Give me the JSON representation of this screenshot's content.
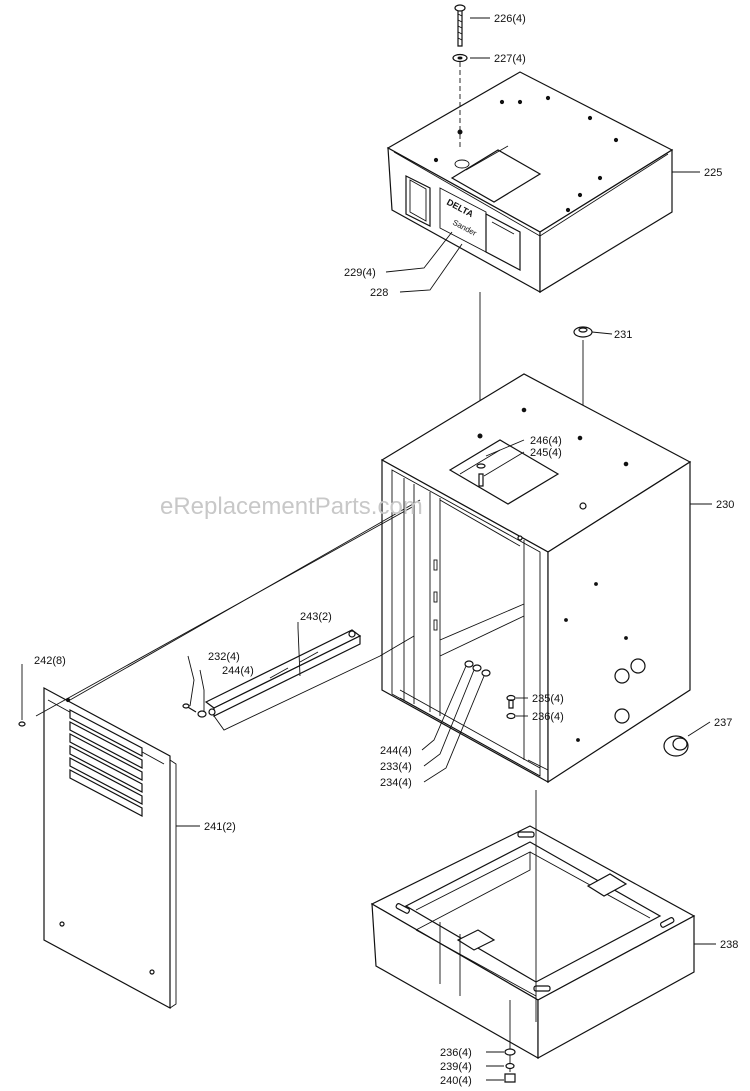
{
  "watermark": "eReplacementParts.com",
  "cover_logo": {
    "brand": "DELTA",
    "model": "Sander"
  },
  "callouts": {
    "p226": "226(4)",
    "p227": "227(4)",
    "p225": "225",
    "p229": "229(4)",
    "p228": "228",
    "p231": "231",
    "p246": "246(4)",
    "p245": "245(4)",
    "p230": "230",
    "p243": "243(2)",
    "p242": "242(8)",
    "p232": "232(4)",
    "p244a": "244(4)",
    "p235": "235(4)",
    "p236a": "236(4)",
    "p237": "237",
    "p244b": "244(4)",
    "p233": "233(4)",
    "p234": "234(4)",
    "p241": "241(2)",
    "p238": "238",
    "p236b": "236(4)",
    "p239": "239(4)",
    "p240": "240(4)"
  }
}
